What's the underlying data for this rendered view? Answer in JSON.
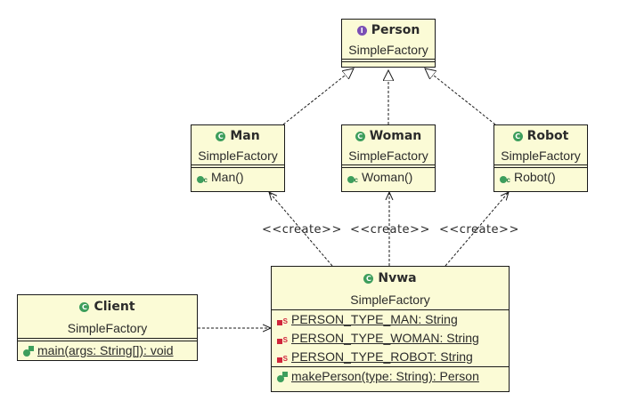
{
  "diagram": {
    "classes": {
      "person": {
        "kind": "interface",
        "name": "Person",
        "package": "SimpleFactory",
        "fields": [],
        "methods": []
      },
      "man": {
        "kind": "class",
        "name": "Man",
        "package": "SimpleFactory",
        "fields": [],
        "methods": [
          {
            "label": "Man()",
            "type": "constructor"
          }
        ]
      },
      "woman": {
        "kind": "class",
        "name": "Woman",
        "package": "SimpleFactory",
        "fields": [],
        "methods": [
          {
            "label": "Woman()",
            "type": "constructor"
          }
        ]
      },
      "robot": {
        "kind": "class",
        "name": "Robot",
        "package": "SimpleFactory",
        "fields": [],
        "methods": [
          {
            "label": "Robot()",
            "type": "constructor"
          }
        ]
      },
      "nvwa": {
        "kind": "class",
        "name": "Nvwa",
        "package": "SimpleFactory",
        "fields": [
          {
            "label": "PERSON_TYPE_MAN: String",
            "static": true
          },
          {
            "label": "PERSON_TYPE_WOMAN: String",
            "static": true
          },
          {
            "label": "PERSON_TYPE_ROBOT: String",
            "static": true
          }
        ],
        "methods": [
          {
            "label": "makePerson(type: String): Person",
            "static": true
          }
        ]
      },
      "client": {
        "kind": "class",
        "name": "Client",
        "package": "SimpleFactory",
        "fields": [],
        "methods": [
          {
            "label": "main(args: String[]): void",
            "static": true
          }
        ]
      }
    },
    "relations": [
      {
        "from": "Man",
        "to": "Person",
        "type": "realization"
      },
      {
        "from": "Woman",
        "to": "Person",
        "type": "realization"
      },
      {
        "from": "Robot",
        "to": "Person",
        "type": "realization"
      },
      {
        "from": "Nvwa",
        "to": "Man",
        "type": "dependency",
        "stereotype": "<<create>>"
      },
      {
        "from": "Nvwa",
        "to": "Woman",
        "type": "dependency",
        "stereotype": "<<create>>"
      },
      {
        "from": "Nvwa",
        "to": "Robot",
        "type": "dependency",
        "stereotype": "<<create>>"
      },
      {
        "from": "Client",
        "to": "Nvwa",
        "type": "dependency"
      }
    ],
    "icons": {
      "class": "C",
      "interface": "I",
      "constructor_sup": "c",
      "static_sup": "S"
    }
  }
}
